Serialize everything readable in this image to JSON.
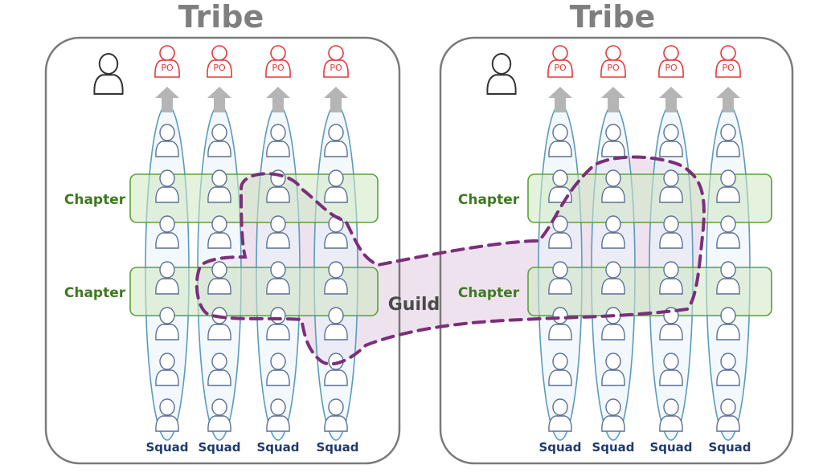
{
  "tribes": [
    {
      "title": "Tribe",
      "chapters": [
        "Chapter",
        "Chapter"
      ],
      "squads": [
        "Squad",
        "Squad",
        "Squad",
        "Squad"
      ]
    },
    {
      "title": "Tribe",
      "chapters": [
        "Chapter",
        "Chapter"
      ],
      "squads": [
        "Squad",
        "Squad",
        "Squad",
        "Squad"
      ]
    }
  ],
  "guild": {
    "label": "Guild"
  },
  "product_owner": {
    "label": "PO"
  },
  "colors": {
    "tribe_border": "#7a7a7a",
    "squad_stroke": "#5b9bbf",
    "squad_fill": "#eaf3f8",
    "chapter_stroke": "#5aa03c",
    "chapter_fill": "#cfe8c3",
    "po_red": "#e23a3a",
    "guild_stroke": "#7a2f7a",
    "guild_fill": "#e8d8ea",
    "person_stroke": "#5a6f95",
    "arrow": "#b5b5b5"
  },
  "icons": [
    "person-icon",
    "product-owner-icon",
    "arrow-up-icon"
  ],
  "squad_members_per_column": 7
}
